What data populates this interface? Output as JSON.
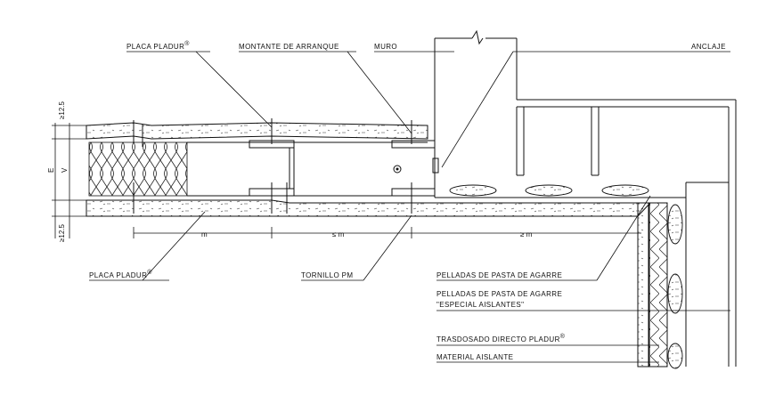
{
  "labels": {
    "placa_pladur_top": "PLACA PLADUR",
    "placa_pladur_top_mark": "®",
    "montante": "MONTANTE DE ARRANQUE",
    "muro": "MURO",
    "anclaje": "ANCLAJE",
    "placa_pladur_bottom": "PLACA PLADUR",
    "placa_pladur_bottom_mark": "®",
    "tornillo": "TORNILLO PM",
    "pelladas_1": "PELLADAS DE PASTA DE AGARRE",
    "pelladas_2_line1": "PELLADAS DE PASTA DE AGARRE",
    "pelladas_2_line2": "\"ESPECIAL AISLANTES\"",
    "trasdosado": "TRASDOSADO DIRECTO PLADUR",
    "trasdosado_mark": "®",
    "material": "MATERIAL AISLANTE"
  },
  "dimensions": {
    "top_thickness": "≥12.5",
    "bottom_thickness": "≥12.5",
    "E": "E",
    "V": "V",
    "m": "m",
    "le_m": "≤ m",
    "ge_m": "≥ m"
  }
}
